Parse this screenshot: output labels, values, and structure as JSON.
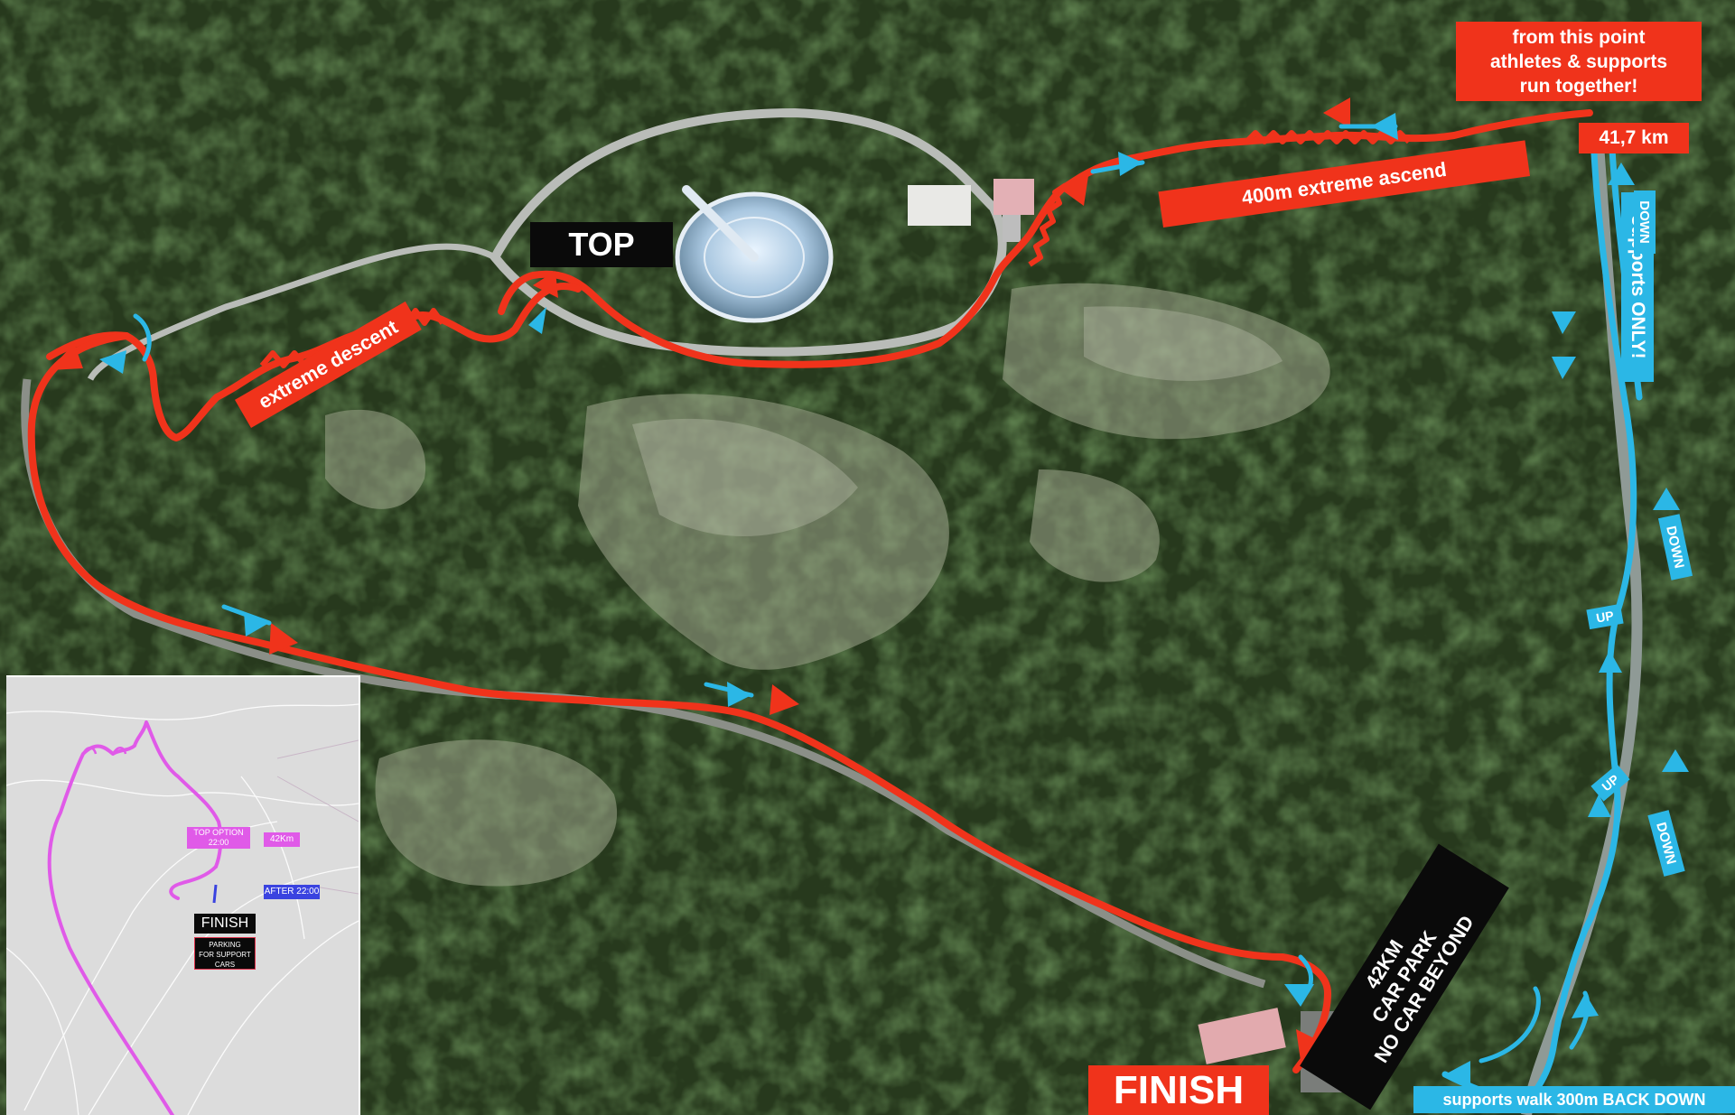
{
  "labels": {
    "note_line1": "from this point",
    "note_line2": "athletes & supports",
    "note_line3": "run together!",
    "km_marker": "41,7 km",
    "ascend": "400m extreme ascend",
    "top": "TOP",
    "descent": "extreme descent",
    "supports_only": "supports ONLY!",
    "finish": "FINISH",
    "carpark_line1": "42KM",
    "carpark_line2": "CAR PARK",
    "carpark_line3": "NO CAR BEYOND",
    "supports_walk": "supports walk 300m BACK DOWN",
    "down_1": "DOWN",
    "down_2": "DOWN",
    "down_3": "DOWN",
    "up_1": "UP",
    "up_2": "UP"
  },
  "inset": {
    "top_option_line1": "TOP OPTION",
    "top_option_line2": "22:00",
    "km_42": "42Km",
    "after": "AFTER 22:00",
    "finish": "FINISH",
    "parking_line1": "PARKING",
    "parking_line2": "FOR SUPPORT",
    "parking_line3": "CARS"
  },
  "colors": {
    "athlete_route": "#f0331b",
    "support_route": "#2bb7e6",
    "inset_route": "#e05ae8"
  }
}
